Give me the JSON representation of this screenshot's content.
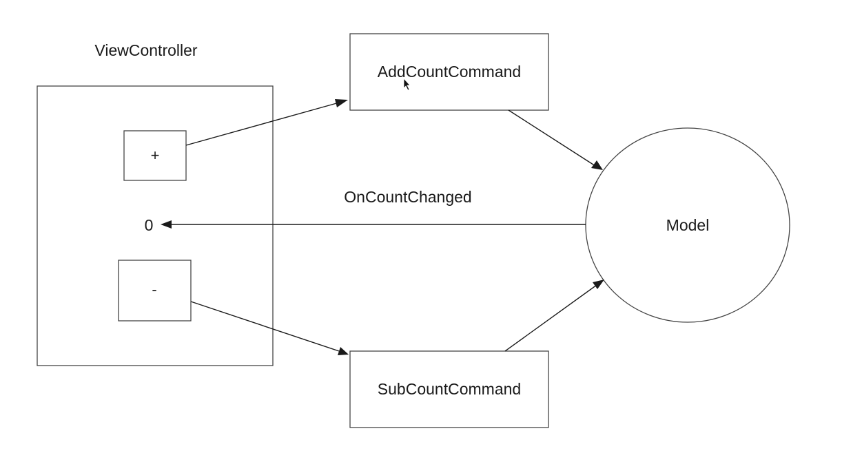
{
  "diagram": {
    "view_controller": {
      "title": "ViewController",
      "plus_label": "+",
      "minus_label": "-",
      "count_value": "0"
    },
    "add_command": {
      "label": "AddCountCommand"
    },
    "sub_command": {
      "label": "SubCountCommand"
    },
    "model": {
      "label": "Model"
    },
    "event": {
      "label": "OnCountChanged"
    }
  }
}
